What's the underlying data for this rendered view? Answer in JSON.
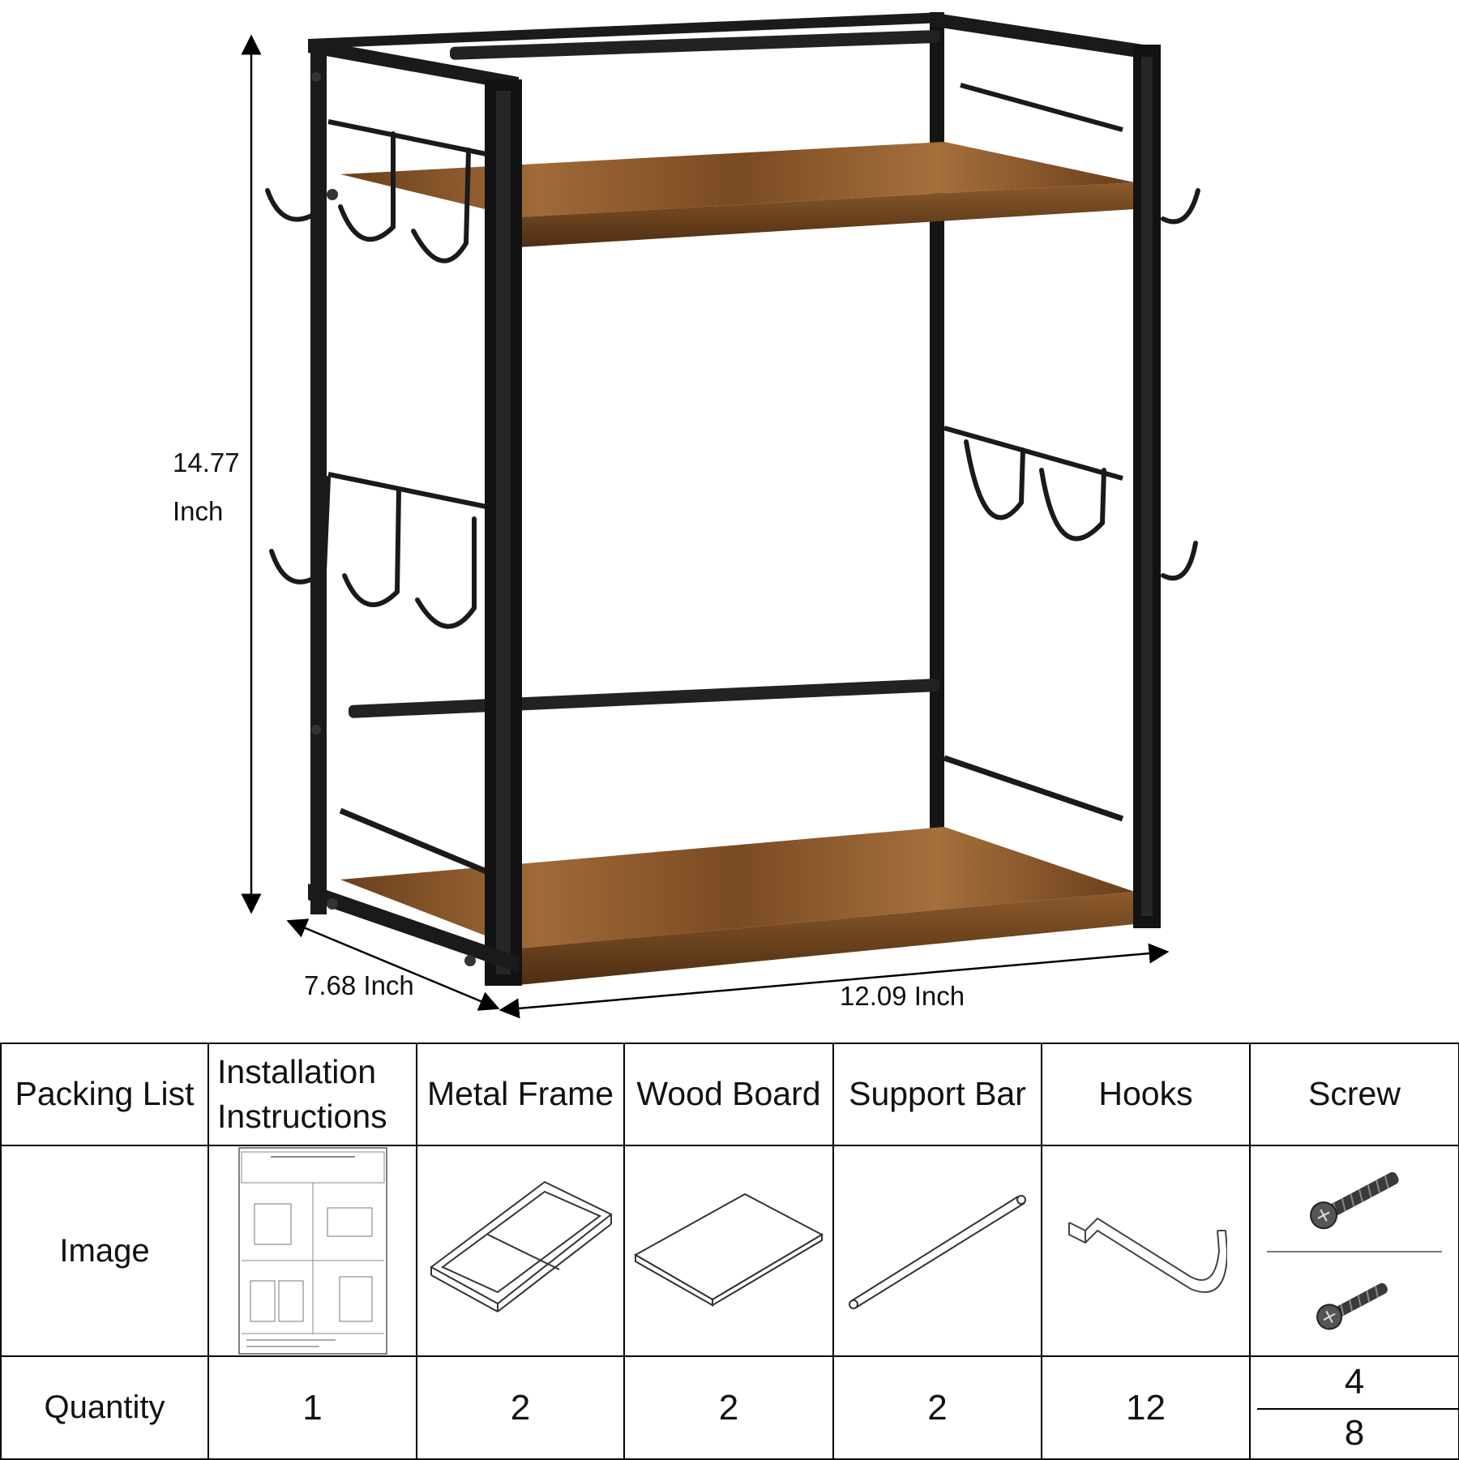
{
  "dimensions": {
    "height_value": "14.77",
    "height_unit": "Inch",
    "depth": "7.68 Inch",
    "width": "12.09 Inch"
  },
  "colors": {
    "frame": "#111111",
    "wood_light": "#9a6434",
    "wood_dark": "#5a3516",
    "table_border": "#000000"
  },
  "table": {
    "headers": [
      "Packing List",
      "Installation\nInstructions",
      "Metal Frame",
      "Wood Board",
      "Support Bar",
      "Hooks",
      "Screw"
    ],
    "image_row_label": "Image",
    "quantity_row_label": "Quantity",
    "quantities": [
      "1",
      "2",
      "2",
      "2",
      "12"
    ],
    "screw_quantities": [
      "4",
      "8"
    ],
    "icons": [
      "instructions-sheet-icon",
      "metal-frame-icon",
      "wood-board-icon",
      "support-bar-icon",
      "hook-icon",
      "screw-icon"
    ]
  }
}
